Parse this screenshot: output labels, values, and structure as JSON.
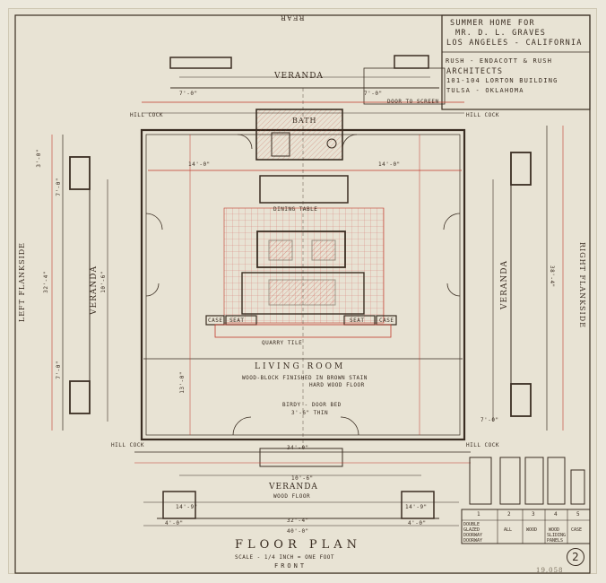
{
  "title_block": {
    "line1": "SUMMER HOME FOR",
    "line2": "MR. D. L. GRAVES",
    "line3": "LOS ANGELES - CALIFORNIA",
    "line4": "RUSH - ENDACOTT & RUSH",
    "line5": "ARCHITECTS",
    "line6": "101-104 LORTON BUILDING",
    "line7": "TULSA - OKLAHOMA"
  },
  "labels": {
    "rear": "REAR",
    "veranda_top": "VERANDA",
    "veranda_left": "VERANDA",
    "veranda_right": "VERANDA",
    "veranda_bottom": "VERANDA",
    "wood_floor": "WOOD FLOOR",
    "left_flankside": "LEFT FLANKSIDE",
    "right_flankside": "RIGHT FLANKSIDE",
    "bath": "BATH",
    "dining_table": "DINING TABLE",
    "living_room": "LIVING ROOM",
    "quarry_tile": "QUARRY TILE",
    "floor_note_1": "WOOD-BLOCK FINISHED IN BROWN STAIN",
    "floor_note_2": "HARD WOOD FLOOR",
    "bed_note_1": "BIRDY - DOOR BED",
    "bed_note_2": "3'-6\" THIN",
    "door_to_screen": "DOOR TO SCREEN",
    "hose_cock_1": "HILL COCK",
    "hose_cock_2": "HILL COCK",
    "hose_cock_3": "HILL COCK",
    "hose_cock_4": "HILL COCK",
    "seat_1": "SEAT",
    "seat_2": "SEAT",
    "case_1": "CASE",
    "case_2": "CASE",
    "floor_plan": "FLOOR PLAN",
    "scale": "SCALE - 1/4 INCH = ONE FOOT",
    "front": "FRONT",
    "sheet_number": "2",
    "catalog_number": "19,058"
  },
  "dimensions": {
    "overall_width": "32'-4\"",
    "overall_depth": "40'-0\"",
    "left_depth": "32'-4\"",
    "right_depth": "38'-4\"",
    "top_ver_left": "7'-0\"",
    "top_ver_right": "7'-0\"",
    "room_left": "14'-0\"",
    "room_right": "14'-0\"",
    "bottom_left": "14'-9\"",
    "bottom_right": "14'-9\"",
    "bottom_mid": "10'-6\"",
    "bottom_4a": "4'-0\"",
    "bottom_4b": "4'-0\"",
    "left_7a": "7'-0\"",
    "left_7b": "7'-0\"",
    "left_10": "10'-6\"",
    "left_3": "3'-0\"",
    "left_13": "13'-0\"",
    "right_7": "7'-0\"",
    "mid_34": "34'-0\""
  },
  "door_schedule": {
    "numbers": [
      "1",
      "2",
      "3",
      "4",
      "5"
    ],
    "row1": [
      "DOUBLE",
      "",
      "",
      "",
      ""
    ],
    "row2": [
      "GLAZED",
      "ALL",
      "WOOD",
      "WOOD",
      "CASE"
    ],
    "row3": [
      "DOORWAY",
      "",
      "",
      "SLIDING",
      ""
    ],
    "row4": [
      "DOORWAY",
      "",
      "",
      "PANELS",
      ""
    ]
  },
  "colors": {
    "paper": "#e8e3d4",
    "ink": "#3a2d22",
    "red_pencil": "#c0392b",
    "tile_grid": "#d88a80"
  }
}
